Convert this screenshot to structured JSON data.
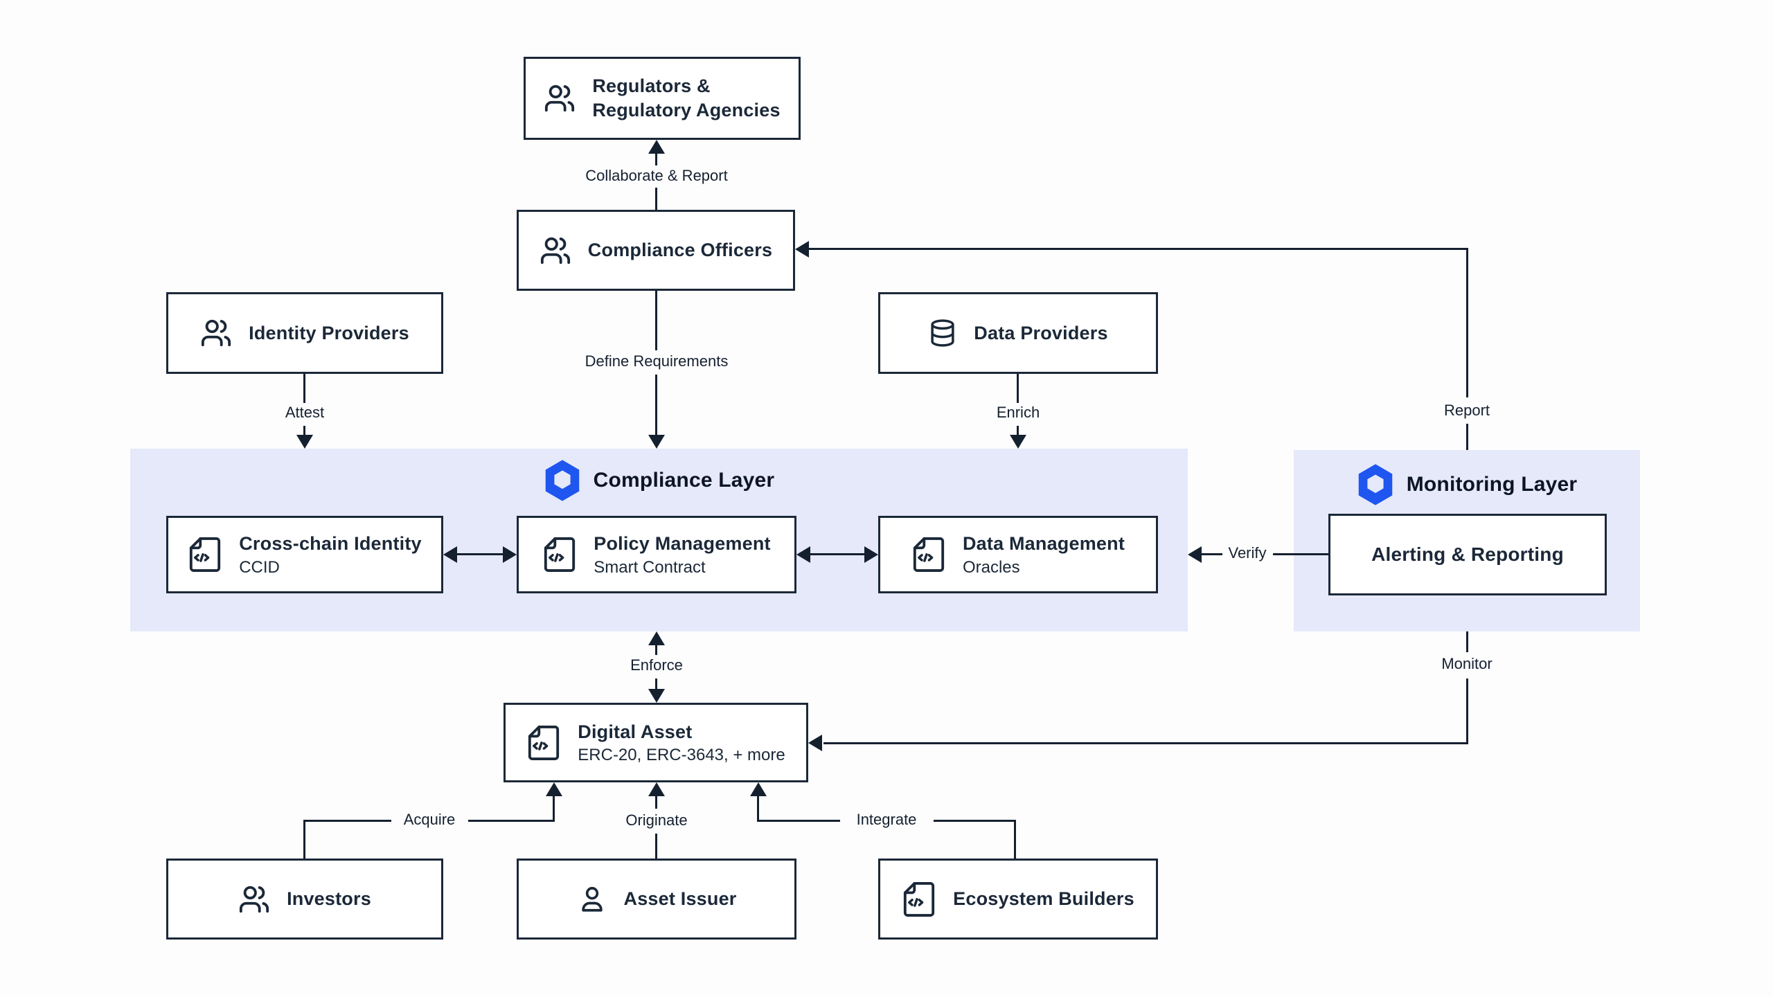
{
  "diagram": {
    "background": "#fdfdfe",
    "colors": {
      "ink": "#1b2838",
      "line": "#15202f",
      "layer_band": "#e5e9fa",
      "brand_blue": "#1f56f0",
      "box_bg": "#ffffff"
    }
  },
  "layers": {
    "compliance": {
      "label": "Compliance Layer",
      "logo": "hexagon-logo"
    },
    "monitoring": {
      "label": "Monitoring Layer",
      "logo": "hexagon-logo"
    }
  },
  "nodes": {
    "regulators": {
      "title_line1": "Regulators &",
      "title_line2": "Regulatory Agencies",
      "icon": "users-icon"
    },
    "compliance_officers": {
      "title": "Compliance Officers",
      "icon": "users-icon"
    },
    "identity_providers": {
      "title": "Identity Providers",
      "icon": "users-icon"
    },
    "data_providers": {
      "title": "Data Providers",
      "icon": "database-icon"
    },
    "cross_chain_identity": {
      "title": "Cross-chain Identity",
      "subtitle": "CCID",
      "icon": "code-file-icon"
    },
    "policy_management": {
      "title": "Policy Management",
      "subtitle": "Smart Contract",
      "icon": "code-file-icon"
    },
    "data_management": {
      "title": "Data Management",
      "subtitle": "Oracles",
      "icon": "code-file-icon"
    },
    "alerting_reporting": {
      "title": "Alerting & Reporting"
    },
    "digital_asset": {
      "title": "Digital Asset",
      "subtitle": "ERC-20, ERC-3643, + more",
      "icon": "code-file-icon"
    },
    "investors": {
      "title": "Investors",
      "icon": "users-icon"
    },
    "asset_issuer": {
      "title": "Asset Issuer",
      "icon": "user-icon"
    },
    "ecosystem_builders": {
      "title": "Ecosystem Builders",
      "icon": "code-file-icon"
    }
  },
  "edges": {
    "collaborate_report": "Collaborate & Report",
    "define_requirements": "Define Requirements",
    "attest": "Attest",
    "enrich": "Enrich",
    "report": "Report",
    "verify": "Verify",
    "enforce": "Enforce",
    "monitor": "Monitor",
    "acquire": "Acquire",
    "originate": "Originate",
    "integrate": "Integrate"
  }
}
